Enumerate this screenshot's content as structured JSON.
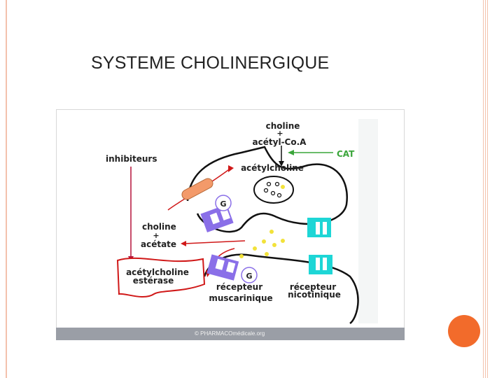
{
  "slide": {
    "title": "SYSTEME CHOLINERGIQUE"
  },
  "diagram": {
    "precursor_line1": "choline",
    "precursor_plus": "+",
    "precursor_line2": "acétyl-Co.A",
    "enzyme_cat": "CAT",
    "product": "acétylcholine",
    "inhibitors": "inhibiteurs",
    "breakdown_line1": "choline",
    "breakdown_plus": "+",
    "breakdown_line2": "acétate",
    "esterase_line1": "acétylcholine",
    "esterase_line2": "estérase",
    "g_protein_top": "G",
    "g_protein_bottom": "G",
    "muscarinic_line1": "récepteur",
    "muscarinic_line2": "muscarinique",
    "nicotinic_line1": "récepteur",
    "nicotinic_line2": "nicotinique",
    "credit": "© PHARMACOmédicale.org"
  },
  "colors": {
    "accent": "#f26b2b",
    "rule": "#f3c2ad",
    "cat_arrow": "#3aa53a",
    "red_arrow": "#d01818",
    "purple_receptor": "#8a6fe8",
    "cyan_receptor": "#1ed6d6",
    "dots": "#f2e23a"
  }
}
